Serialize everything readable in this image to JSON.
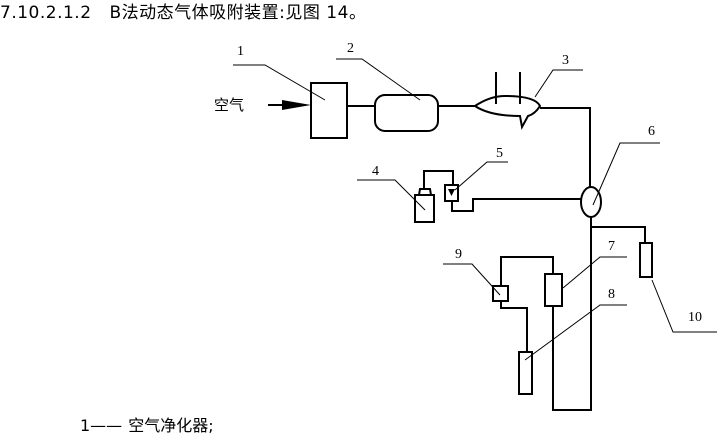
{
  "heading": {
    "section": "7.10.2.1.2",
    "text": "B法动态气体吸附装置:见图 14。"
  },
  "diagram": {
    "air_label": "空气",
    "labels": [
      "1",
      "2",
      "3",
      "4",
      "5",
      "6",
      "7",
      "8",
      "9",
      "10"
    ]
  },
  "legend": {
    "item_number": "1——",
    "item_text": "空气净化器;"
  }
}
